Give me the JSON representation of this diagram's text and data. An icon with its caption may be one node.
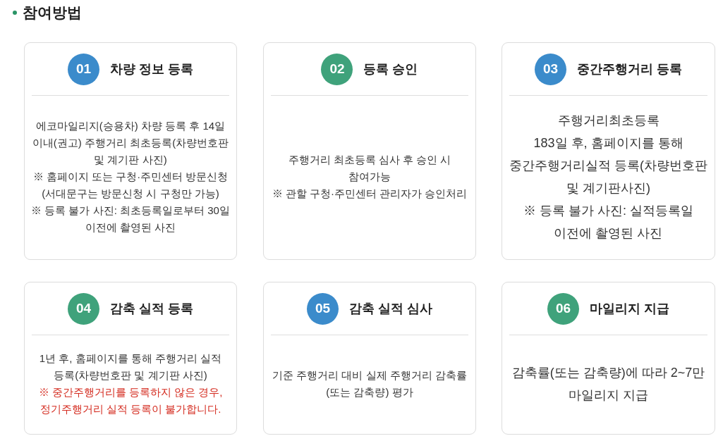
{
  "diagram": {
    "title": "참여방법",
    "nodes": [
      {
        "text": [
          "차량 정보 등록",
          "에코마일리지(승용차) 차량 등록 후 14일 이내(권고) 주행거리 최초등록(차량번호판 및 계기판 사진)",
          "※ 홈페이지 또는 구청·주민센터 방문신청 (서대문구는 방문신청 시 구청만 가능)",
          "※ 등록 불가 사진: 최초등록일로부터 30일 이전에 촬영된 사진"
        ]
      },
      {
        "text": [
          "01"
        ],
        "in": 0
      },
      {
        "text": [
          "등록 승인",
          "주행거리 최초등록 심사 후 승인 시 참여가능",
          "※ 관할 구청·주민센터 관리자가 승인처리"
        ]
      },
      {
        "text": [
          "02"
        ],
        "in": 2
      },
      {
        "text": [
          "중간주행거리 등록",
          "주행거리최초등록",
          "183일 후, 홈페이지를 통해",
          "중간주행거리실적 등록(차량번호판 및 계기판사진)",
          "※ 등록 불가 사진: 실적등록일 이전에 촬영된 사진"
        ]
      },
      {
        "text": [
          "03"
        ],
        "in": 4
      },
      {
        "text": [
          "감축 실적 등록",
          "1년 후, 홈페이지를 통해 주행거리 실적 등록(차량번호판 및 계기판 사진)",
          "※ 중간주행거리를 등록하지 않은 경우, 정기주행거리 실적 등록이 불가합니다."
        ]
      },
      {
        "text": [
          "04"
        ],
        "in": 6
      },
      {
        "text": [
          "감축 실적 심사",
          "기준 주행거리 대비 실제 주행거리 감축률 (또는 감축량) 평가"
        ]
      },
      {
        "text": [
          "05"
        ],
        "in": 8
      },
      {
        "text": [
          "마일리지 지급",
          "감축률(또는 감축량)에 따라 2~7만 마일리지 지급"
        ]
      },
      {
        "text": [
          "06"
        ],
        "in": 10
      }
    ]
  }
}
